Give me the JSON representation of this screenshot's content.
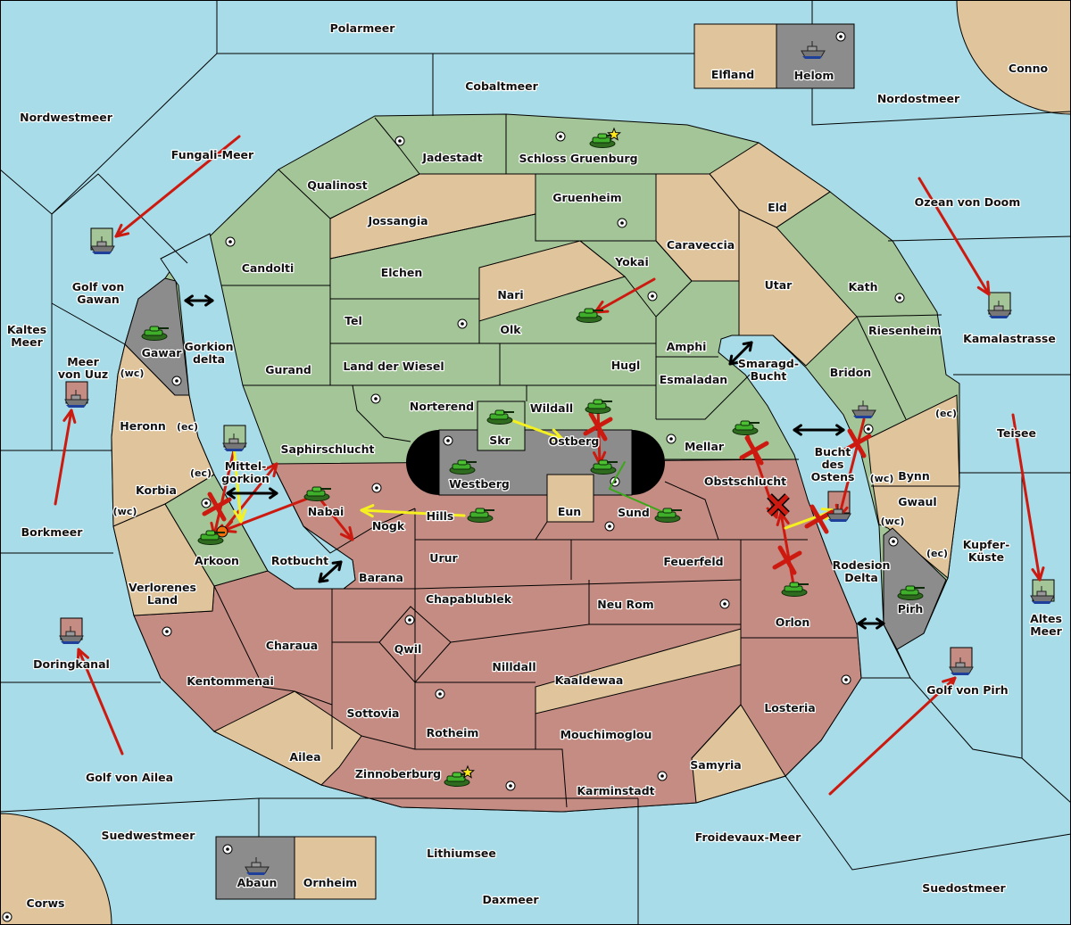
{
  "colors": {
    "sea": "#a8dce8",
    "land_green": "#a3c597",
    "land_tan": "#e0c59c",
    "land_red": "#c48c82",
    "neutral_gray": "#8c8c8c",
    "order_red": "#cc1a10",
    "order_yellow": "#f5f020",
    "order_green": "#3aa818"
  },
  "labels": [
    {
      "kind": "sea",
      "lines": [
        "Polarmeer"
      ]
    },
    {
      "kind": "sea",
      "lines": [
        "Cobaltmeer"
      ]
    },
    {
      "kind": "sea",
      "lines": [
        "Nordwestmeer"
      ]
    },
    {
      "kind": "sea",
      "lines": [
        "Nordostmeer"
      ]
    },
    {
      "kind": "land",
      "lines": [
        "Conno"
      ]
    },
    {
      "kind": "land",
      "lines": [
        "Elfland"
      ]
    },
    {
      "kind": "land",
      "lines": [
        "Helom"
      ]
    },
    {
      "kind": "sea",
      "lines": [
        "Fungali-Meer"
      ]
    },
    {
      "kind": "sea",
      "lines": [
        "Golf von",
        "Gawan"
      ]
    },
    {
      "kind": "sea",
      "lines": [
        "Kaltes",
        "Meer"
      ]
    },
    {
      "kind": "sea",
      "lines": [
        "Meer",
        "von Uuz"
      ]
    },
    {
      "kind": "sea",
      "lines": [
        "Ozean von Doom"
      ]
    },
    {
      "kind": "sea",
      "lines": [
        "Kamalastrasse"
      ]
    },
    {
      "kind": "sea",
      "lines": [
        "Teisee"
      ]
    },
    {
      "kind": "sea",
      "lines": [
        "Kupfer-",
        "Küste"
      ]
    },
    {
      "kind": "sea",
      "lines": [
        "Altes",
        "Meer"
      ]
    },
    {
      "kind": "sea",
      "lines": [
        "Borkmeer"
      ]
    },
    {
      "kind": "sea",
      "lines": [
        "Doringkanal"
      ]
    },
    {
      "kind": "sea",
      "lines": [
        "Golf von Ailea"
      ]
    },
    {
      "kind": "sea",
      "lines": [
        "Suedwestmeer"
      ]
    },
    {
      "kind": "land",
      "lines": [
        "Corws"
      ]
    },
    {
      "kind": "land",
      "lines": [
        "Abaun"
      ]
    },
    {
      "kind": "land",
      "lines": [
        "Ornheim"
      ]
    },
    {
      "kind": "sea",
      "lines": [
        "Lithiumsee"
      ]
    },
    {
      "kind": "sea",
      "lines": [
        "Daxmeer"
      ]
    },
    {
      "kind": "sea",
      "lines": [
        "Froidevaux-Meer"
      ]
    },
    {
      "kind": "sea",
      "lines": [
        "Suedostmeer"
      ]
    },
    {
      "kind": "sea",
      "lines": [
        "Golf von Pirh"
      ]
    },
    {
      "kind": "sea",
      "lines": [
        "Gorkion",
        "delta"
      ]
    },
    {
      "kind": "sea",
      "lines": [
        "Mittel-",
        "gorkion"
      ]
    },
    {
      "kind": "sea",
      "lines": [
        "Rotbucht"
      ]
    },
    {
      "kind": "sea",
      "lines": [
        "Smaragd-",
        "Bucht"
      ]
    },
    {
      "kind": "sea",
      "lines": [
        "Bucht",
        "des",
        "Ostens"
      ]
    },
    {
      "kind": "sea",
      "lines": [
        "Rodesion",
        "Delta"
      ]
    },
    {
      "kind": "land",
      "lines": [
        "Jadestadt"
      ]
    },
    {
      "kind": "land",
      "lines": [
        "Schloss Gruenburg"
      ]
    },
    {
      "kind": "land",
      "lines": [
        "Qualinost"
      ]
    },
    {
      "kind": "land",
      "lines": [
        "Gruenheim"
      ]
    },
    {
      "kind": "land",
      "lines": [
        "Jossangia"
      ]
    },
    {
      "kind": "land",
      "lines": [
        "Eld"
      ]
    },
    {
      "kind": "land",
      "lines": [
        "Caraveccia"
      ]
    },
    {
      "kind": "land",
      "lines": [
        "Candolti"
      ]
    },
    {
      "kind": "land",
      "lines": [
        "Elchen"
      ]
    },
    {
      "kind": "land",
      "lines": [
        "Yokai"
      ]
    },
    {
      "kind": "land",
      "lines": [
        "Nari"
      ]
    },
    {
      "kind": "land",
      "lines": [
        "Utar"
      ]
    },
    {
      "kind": "land",
      "lines": [
        "Kath"
      ]
    },
    {
      "kind": "land",
      "lines": [
        "Tel"
      ]
    },
    {
      "kind": "land",
      "lines": [
        "Olk"
      ]
    },
    {
      "kind": "land",
      "lines": [
        "Riesenheim"
      ]
    },
    {
      "kind": "land",
      "lines": [
        "Amphi"
      ]
    },
    {
      "kind": "land",
      "lines": [
        "Gawar"
      ]
    },
    {
      "kind": "land",
      "lines": [
        "Land der Wiesel"
      ]
    },
    {
      "kind": "land",
      "lines": [
        "Hugl"
      ]
    },
    {
      "kind": "land",
      "lines": [
        "Gurand"
      ]
    },
    {
      "kind": "land",
      "lines": [
        "Bridon"
      ]
    },
    {
      "kind": "land",
      "lines": [
        "Esmaladan"
      ]
    },
    {
      "kind": "land",
      "lines": [
        "Norterend"
      ]
    },
    {
      "kind": "land",
      "lines": [
        "Wildall"
      ]
    },
    {
      "kind": "land",
      "lines": [
        "Heronn"
      ]
    },
    {
      "kind": "land",
      "lines": [
        "Skr"
      ]
    },
    {
      "kind": "land",
      "lines": [
        "Ostberg"
      ]
    },
    {
      "kind": "land",
      "lines": [
        "Mellar"
      ]
    },
    {
      "kind": "land",
      "lines": [
        "Saphirschlucht"
      ]
    },
    {
      "kind": "land",
      "lines": [
        "Westberg"
      ]
    },
    {
      "kind": "land",
      "lines": [
        "Obstschlucht"
      ]
    },
    {
      "kind": "land",
      "lines": [
        "Bynn"
      ]
    },
    {
      "kind": "land",
      "lines": [
        "Korbia"
      ]
    },
    {
      "kind": "land",
      "lines": [
        "Eun"
      ]
    },
    {
      "kind": "land",
      "lines": [
        "Sund"
      ]
    },
    {
      "kind": "land",
      "lines": [
        "Hills"
      ]
    },
    {
      "kind": "land",
      "lines": [
        "Nabai"
      ]
    },
    {
      "kind": "land",
      "lines": [
        "Nogk"
      ]
    },
    {
      "kind": "land",
      "lines": [
        "Gwaul"
      ]
    },
    {
      "kind": "land",
      "lines": [
        "Arkoon"
      ]
    },
    {
      "kind": "land",
      "lines": [
        "Urur"
      ]
    },
    {
      "kind": "land",
      "lines": [
        "Feuerfeld"
      ]
    },
    {
      "kind": "land",
      "lines": [
        "Verlorenes",
        "Land"
      ]
    },
    {
      "kind": "land",
      "lines": [
        "Barana"
      ]
    },
    {
      "kind": "land",
      "lines": [
        "Chapablublek"
      ]
    },
    {
      "kind": "land",
      "lines": [
        "Neu Rom"
      ]
    },
    {
      "kind": "land",
      "lines": [
        "Pirh"
      ]
    },
    {
      "kind": "land",
      "lines": [
        "Orlon"
      ]
    },
    {
      "kind": "land",
      "lines": [
        "Charaua"
      ]
    },
    {
      "kind": "land",
      "lines": [
        "Qwil"
      ]
    },
    {
      "kind": "land",
      "lines": [
        "Nilldall"
      ]
    },
    {
      "kind": "land",
      "lines": [
        "Kaaldewaa"
      ]
    },
    {
      "kind": "land",
      "lines": [
        "Kentommenai"
      ]
    },
    {
      "kind": "land",
      "lines": [
        "Losteria"
      ]
    },
    {
      "kind": "land",
      "lines": [
        "Sottovia"
      ]
    },
    {
      "kind": "land",
      "lines": [
        "Rotheim"
      ]
    },
    {
      "kind": "land",
      "lines": [
        "Mouchimoglou"
      ]
    },
    {
      "kind": "land",
      "lines": [
        "Ailea"
      ]
    },
    {
      "kind": "land",
      "lines": [
        "Samyria"
      ]
    },
    {
      "kind": "land",
      "lines": [
        "Zinnoberburg"
      ]
    },
    {
      "kind": "land",
      "lines": [
        "Karminstadt"
      ]
    },
    {
      "kind": "coast",
      "lines": [
        "(wc)"
      ]
    },
    {
      "kind": "coast",
      "lines": [
        "(ec)"
      ]
    },
    {
      "kind": "coast",
      "lines": [
        "(ec)"
      ]
    },
    {
      "kind": "coast",
      "lines": [
        "(wc)"
      ]
    },
    {
      "kind": "coast",
      "lines": [
        "(ec)"
      ]
    },
    {
      "kind": "coast",
      "lines": [
        "(wc)"
      ]
    },
    {
      "kind": "coast",
      "lines": [
        "(wc)"
      ]
    },
    {
      "kind": "coast",
      "lines": [
        "(ec)"
      ]
    }
  ],
  "units": [
    {
      "type": "army"
    },
    {
      "type": "army"
    },
    {
      "type": "army"
    },
    {
      "type": "army"
    },
    {
      "type": "army"
    },
    {
      "type": "army"
    },
    {
      "type": "army"
    },
    {
      "type": "army"
    },
    {
      "type": "army"
    },
    {
      "type": "army"
    },
    {
      "type": "army"
    },
    {
      "type": "army"
    },
    {
      "type": "army"
    },
    {
      "type": "army"
    },
    {
      "type": "army"
    },
    {
      "type": "fleet"
    },
    {
      "type": "fleet"
    },
    {
      "type": "fleet"
    },
    {
      "type": "fleet"
    },
    {
      "type": "fleet"
    },
    {
      "type": "fleet"
    },
    {
      "type": "fleet"
    },
    {
      "type": "fleet"
    },
    {
      "type": "fleet"
    },
    {
      "type": "fleet"
    },
    {
      "type": "fleet"
    }
  ],
  "capitals_icon": "star-icon",
  "supply_center_icon": "supply-center-dot-icon"
}
